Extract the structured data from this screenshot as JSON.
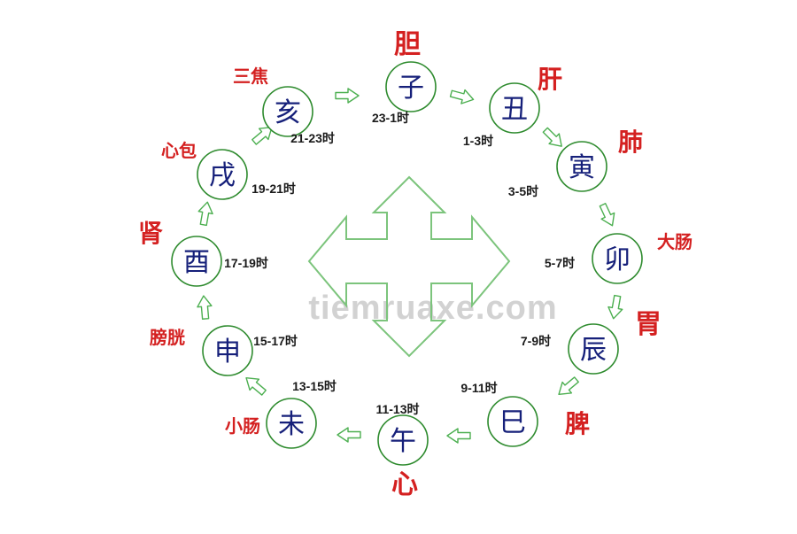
{
  "colors": {
    "circle_stroke": "#2e8b2e",
    "arrow_stroke": "#4caf50",
    "branch_text": "#16207a",
    "organ_text": "#d42020",
    "time_text": "#1a1a1a",
    "watermark": "#d2d2d2"
  },
  "watermark": "tiemruaxe.com",
  "center_symbol": "four-way-arrow-icon",
  "stations": [
    {
      "branch": "子",
      "time": "23-1时",
      "organ": "胆"
    },
    {
      "branch": "丑",
      "time": "1-3时",
      "organ": "肝"
    },
    {
      "branch": "寅",
      "time": "3-5时",
      "organ": "肺"
    },
    {
      "branch": "卯",
      "time": "5-7时",
      "organ": "大肠"
    },
    {
      "branch": "辰",
      "time": "7-9时",
      "organ": "胃"
    },
    {
      "branch": "巳",
      "time": "9-11时",
      "organ": "脾"
    },
    {
      "branch": "午",
      "time": "11-13时",
      "organ": "心"
    },
    {
      "branch": "未",
      "time": "13-15时",
      "organ": "小肠"
    },
    {
      "branch": "申",
      "time": "15-17时",
      "organ": "膀胱"
    },
    {
      "branch": "酉",
      "time": "17-19时",
      "organ": "肾"
    },
    {
      "branch": "戌",
      "time": "19-21时",
      "organ": "心包"
    },
    {
      "branch": "亥",
      "time": "21-23时",
      "organ": "三焦"
    }
  ]
}
